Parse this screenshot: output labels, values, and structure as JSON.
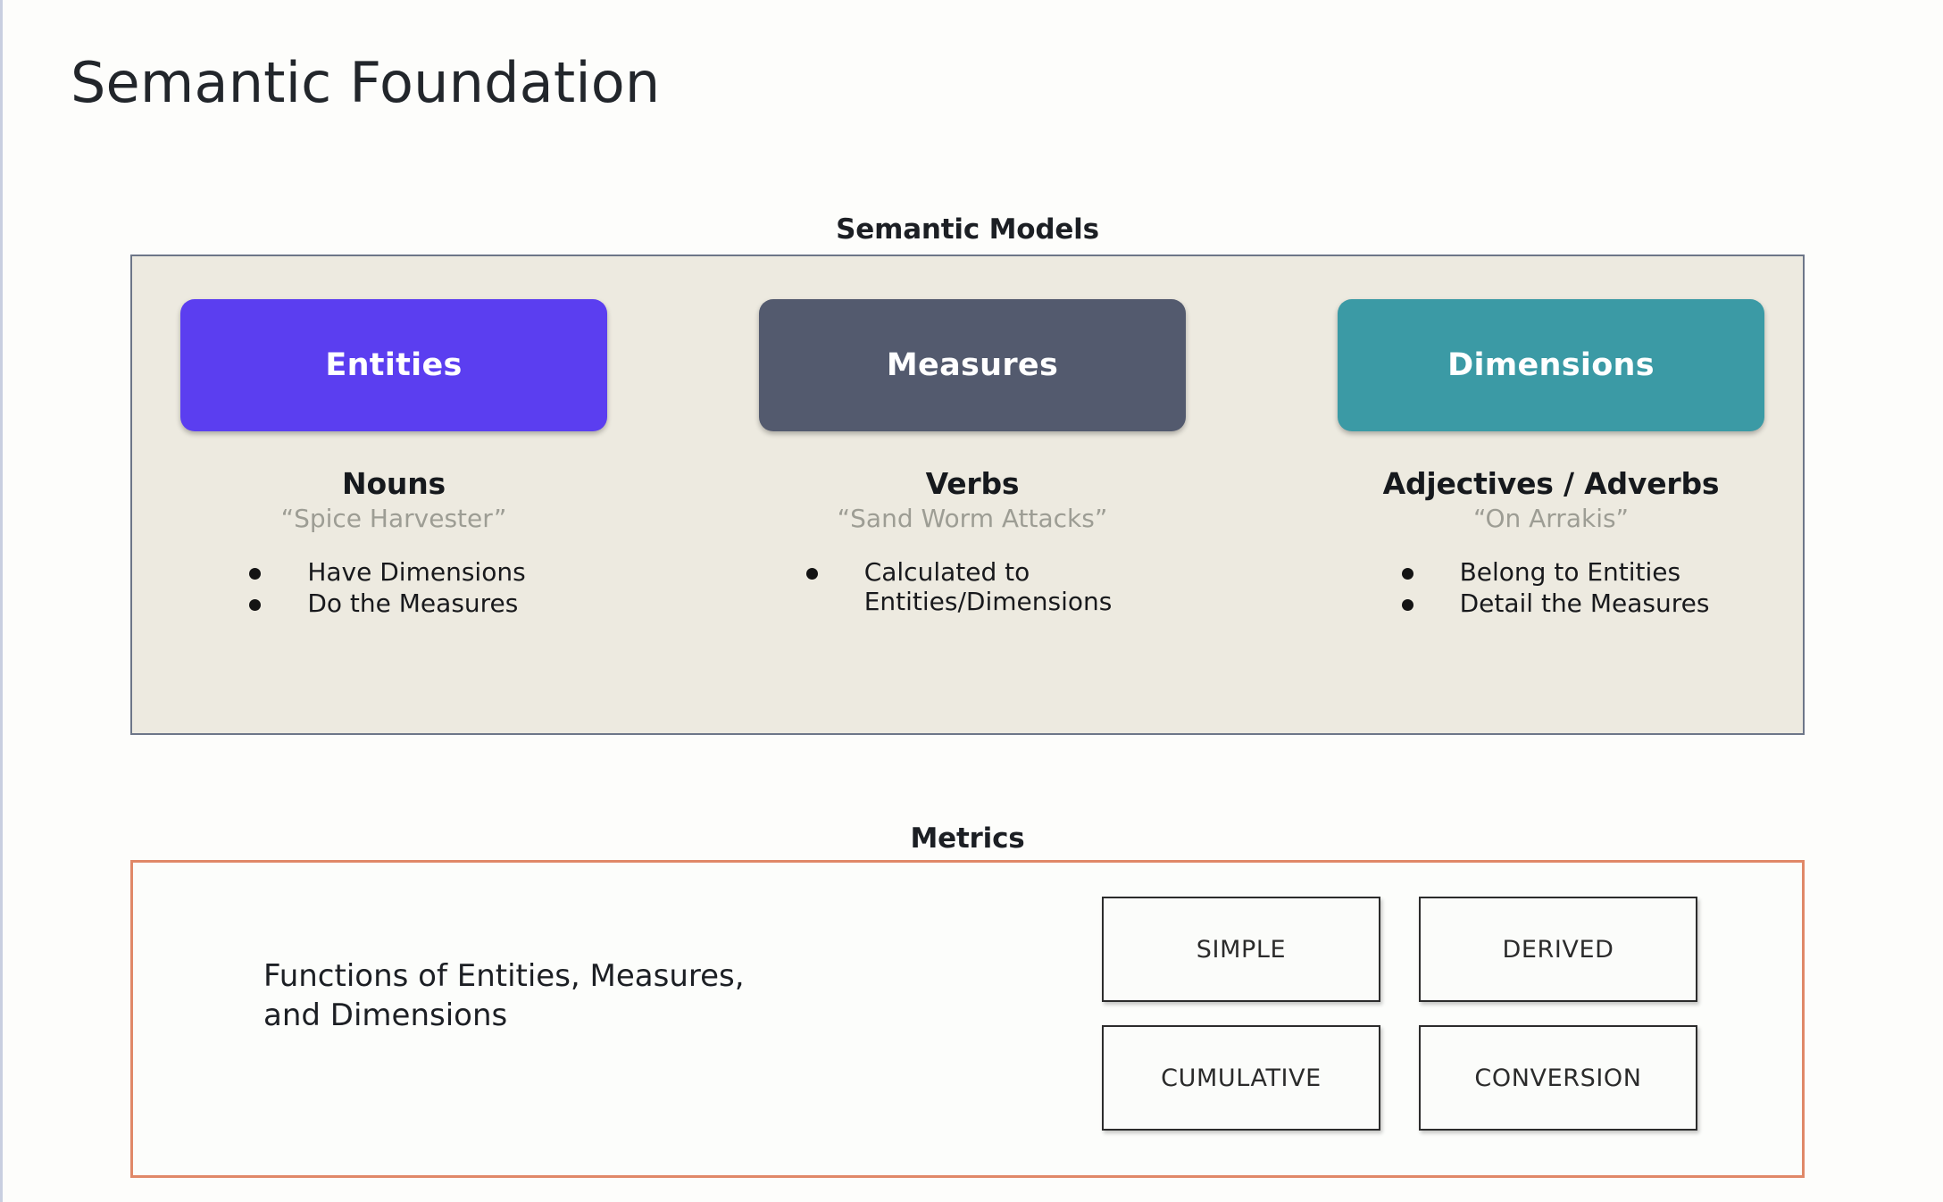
{
  "slide": {
    "title": "Semantic Foundation",
    "background_color": "#fdfdfb"
  },
  "semantic_models": {
    "heading": "Semantic Models",
    "panel_background": "#edeae0",
    "panel_border_color": "#6d7688",
    "columns": [
      {
        "card_label": "Entities",
        "card_color": "#5b3ef0",
        "part_of_speech": "Nouns",
        "example": "“Spice Harvester”",
        "bullets": [
          "Have Dimensions",
          "Do the Measures"
        ]
      },
      {
        "card_label": "Measures",
        "card_color": "#535a6e",
        "part_of_speech": "Verbs",
        "example": "“Sand Worm Attacks”",
        "bullets": [
          "Calculated to\nEntities/Dimensions"
        ]
      },
      {
        "card_label": "Dimensions",
        "card_color": "#3b9aa5",
        "part_of_speech": "Adjectives / Adverbs",
        "example": "“On Arrakis”",
        "bullets": [
          "Belong to Entities",
          "Detail the Measures"
        ]
      }
    ]
  },
  "metrics": {
    "heading": "Metrics",
    "panel_border_color": "#e08868",
    "description": "Functions of Entities, Measures,\nand Dimensions",
    "types": [
      "SIMPLE",
      "DERIVED",
      "CUMULATIVE",
      "CONVERSION"
    ]
  }
}
